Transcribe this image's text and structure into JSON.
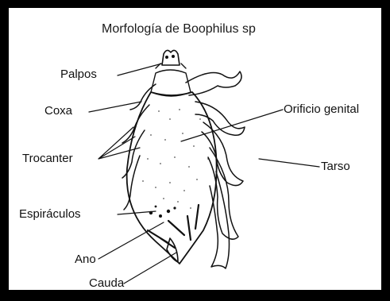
{
  "diagram": {
    "title": "Morfología de Boophilus sp",
    "labels": {
      "palpos": "Palpos",
      "coxa": "Coxa",
      "orificio_genital": "Orificio genital",
      "trocanter": "Trocanter",
      "tarso": "Tarso",
      "espiraculos": "Espiráculos",
      "ano": "Ano",
      "cauda": "Cauda"
    }
  },
  "colors": {
    "frame": "#000000",
    "ink": "#111111",
    "background": "#ffffff"
  }
}
